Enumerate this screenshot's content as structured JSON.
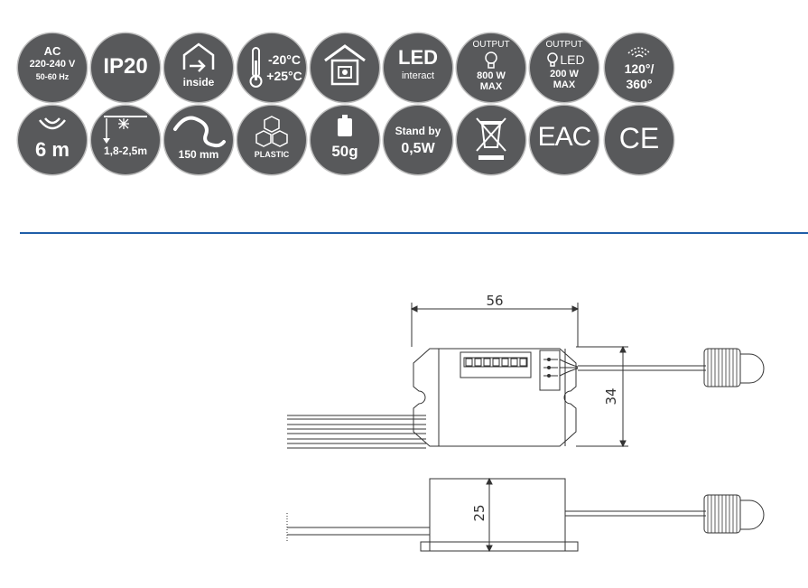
{
  "badges": {
    "ac": {
      "l1": "AC",
      "l2": "220-240 V",
      "l3": "50-60 Hz"
    },
    "ip": {
      "label": "IP20"
    },
    "inside": {
      "label": "inside"
    },
    "temp": {
      "low": "-20°C",
      "high": "+25°C"
    },
    "led": {
      "l1": "LED",
      "l2": "interact"
    },
    "out_bulb": {
      "l1": "OUTPUT",
      "l2": "800 W",
      "l3": "MAX"
    },
    "out_led": {
      "l1": "OUTPUT",
      "l2": "LED",
      "l3": "200 W",
      "l4": "MAX"
    },
    "angle": {
      "l1": "120°/",
      "l2": "360°"
    },
    "range": {
      "label": "6 m"
    },
    "height": {
      "label": "1,8-2,5m"
    },
    "cable": {
      "label": "150 mm"
    },
    "plastic": {
      "label": "PLASTIC"
    },
    "weight": {
      "label": "50g"
    },
    "standby": {
      "l1": "Stand by",
      "l2": "0,5W"
    },
    "eac": {
      "label": "EAC"
    },
    "ce": {
      "label": "CE"
    }
  },
  "dimensions": {
    "width": "56",
    "height": "34",
    "depth": "25"
  },
  "colors": {
    "badge": "#58595b",
    "rule": "#1f5ea8"
  }
}
